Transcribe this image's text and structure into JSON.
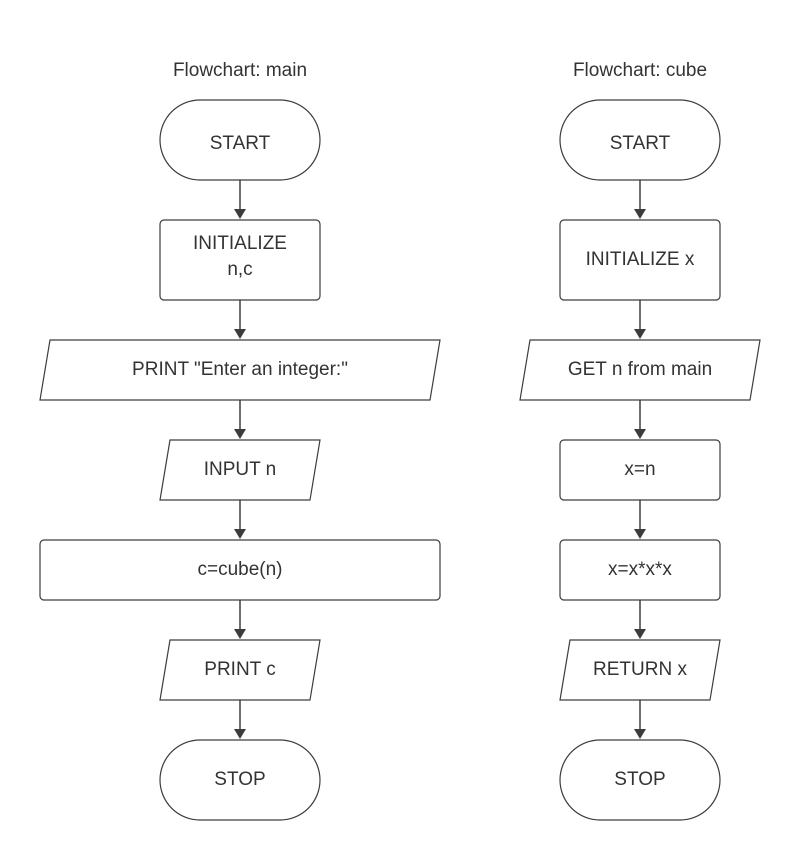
{
  "main_flowchart": {
    "title": "Flowchart: main",
    "nodes": [
      {
        "id": "main-start",
        "lines": [
          "START"
        ]
      },
      {
        "id": "main-initialize",
        "lines": [
          "INITIALIZE",
          "n,c"
        ]
      },
      {
        "id": "main-print-prompt",
        "lines": [
          "PRINT \"Enter an integer:\""
        ]
      },
      {
        "id": "main-input",
        "lines": [
          "INPUT n"
        ]
      },
      {
        "id": "main-call-cube",
        "lines": [
          "c=cube(n)"
        ]
      },
      {
        "id": "main-print-result",
        "lines": [
          "PRINT c"
        ]
      },
      {
        "id": "main-stop",
        "lines": [
          "STOP"
        ]
      }
    ]
  },
  "cube_flowchart": {
    "title": "Flowchart: cube",
    "nodes": [
      {
        "id": "cube-start",
        "lines": [
          "START"
        ]
      },
      {
        "id": "cube-initialize",
        "lines": [
          "INITIALIZE x"
        ]
      },
      {
        "id": "cube-get-input",
        "lines": [
          "GET n from main"
        ]
      },
      {
        "id": "cube-assign",
        "lines": [
          "x=n"
        ]
      },
      {
        "id": "cube-compute",
        "lines": [
          "x=x*x*x"
        ]
      },
      {
        "id": "cube-return",
        "lines": [
          "RETURN x"
        ]
      },
      {
        "id": "cube-stop",
        "lines": [
          "STOP"
        ]
      }
    ]
  }
}
